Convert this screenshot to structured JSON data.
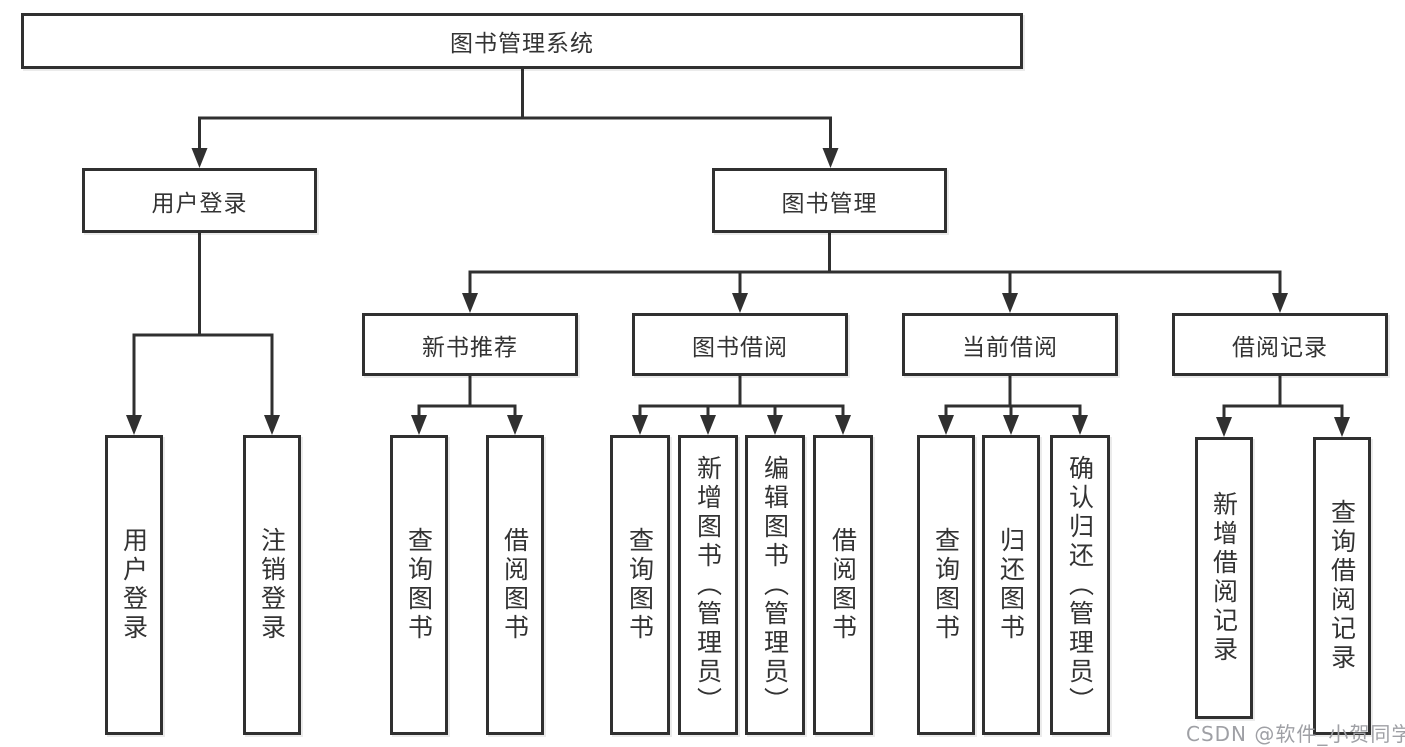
{
  "diagram": {
    "nodes": {
      "root": "图书管理系统",
      "user_login": "用户登录",
      "book_management": "图书管理",
      "new_book_recommend": "新书推荐",
      "book_borrowing": "图书借阅",
      "current_borrowing": "当前借阅",
      "borrowing_records": "借阅记录"
    },
    "leaves": {
      "user_login": [
        "用户登录",
        "注销登录"
      ],
      "new_book_recommend": [
        "查询图书",
        "借阅图书"
      ],
      "book_borrowing": [
        "查询图书",
        "新增图书（管理员）",
        "编辑图书（管理员）",
        "借阅图书"
      ],
      "current_borrowing": [
        "查询图书",
        "归还图书",
        "确认归还（管理员）"
      ],
      "borrowing_records": [
        "新增借阅记录",
        "查询借阅记录"
      ]
    },
    "watermark": "CSDN @软件_小贺同学",
    "colors": {
      "line": "#303030",
      "box_border": "#303030",
      "text": "#333333",
      "watermark": "#9fa0a5",
      "background": "#ffffff"
    }
  }
}
